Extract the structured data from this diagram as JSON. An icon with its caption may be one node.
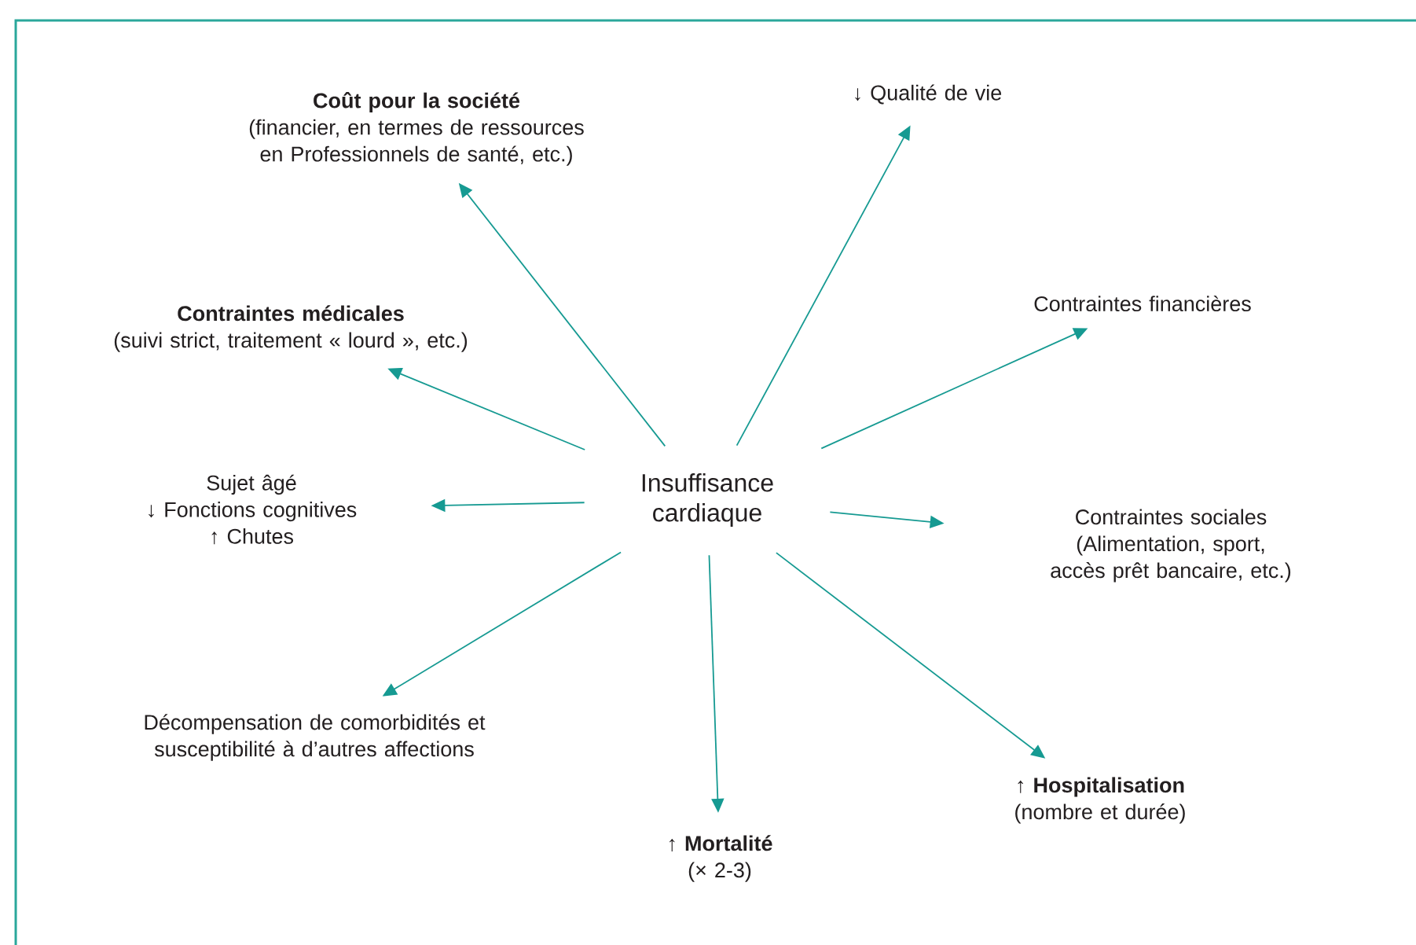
{
  "diagram": {
    "nodes": [
      {
        "text": [
          "Insuffisance cardiaque"
        ]
      },
      {
        "text": [
          "Coût pour la société",
          "(financier, en termes de ressources en Professionnels de santé, etc.)"
        ]
      },
      {
        "text": [
          "↓ Qualité de vie"
        ]
      },
      {
        "text": [
          "Contraintes médicales",
          "(suivi strict, traitement « lourd », etc.)"
        ]
      },
      {
        "text": [
          "Contraintes financières"
        ]
      },
      {
        "text": [
          "Sujet âgé",
          "↓ Fonctions cognitives",
          "↑ Chutes"
        ]
      },
      {
        "text": [
          "Contraintes sociales",
          "(Alimentation, sport, accès prêt bancaire, etc.)"
        ]
      },
      {
        "text": [
          "Décompensation de comorbidités et susceptibilité à d’autres affections"
        ]
      },
      {
        "text": [
          "↑ Mortalité",
          "(× 2-3)"
        ]
      },
      {
        "text": [
          "↑ Hospitalisation",
          "(nombre et durée)"
        ]
      }
    ],
    "edges": [
      {
        "from": 0,
        "to": 1,
        "arrow": "to"
      },
      {
        "from": 0,
        "to": 2,
        "arrow": "to"
      },
      {
        "from": 0,
        "to": 3,
        "arrow": "to"
      },
      {
        "from": 0,
        "to": 4,
        "arrow": "to"
      },
      {
        "from": 0,
        "to": 5,
        "arrow": "to"
      },
      {
        "from": 0,
        "to": 6,
        "arrow": "to"
      },
      {
        "from": 0,
        "to": 7,
        "arrow": "to"
      },
      {
        "from": 0,
        "to": 8,
        "arrow": "to"
      },
      {
        "from": 0,
        "to": 9,
        "arrow": "to"
      }
    ]
  }
}
